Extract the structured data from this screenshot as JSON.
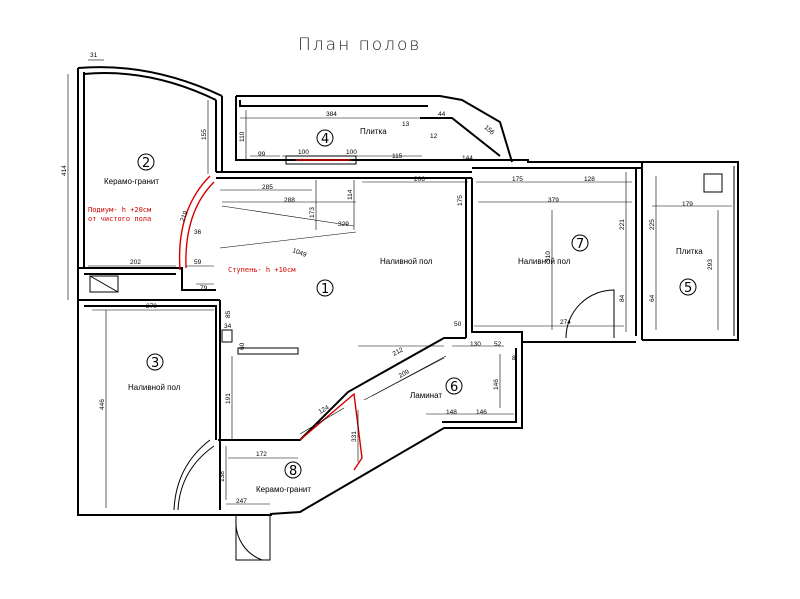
{
  "title": "План полов",
  "rooms": [
    {
      "num": "1",
      "label": "Наливной пол"
    },
    {
      "num": "2",
      "label": "Керамо-гранит"
    },
    {
      "num": "3",
      "label": "Наливной пол"
    },
    {
      "num": "4",
      "label": "Плитка"
    },
    {
      "num": "5",
      "label": "Плитка"
    },
    {
      "num": "6",
      "label": "Ламинат"
    },
    {
      "num": "7",
      "label": "Наливной пол"
    },
    {
      "num": "8",
      "label": "Керамо-гранит"
    }
  ],
  "notes": {
    "podium_line1": "Подиум- h +20см",
    "podium_line2": "от чистого пола",
    "step": "Ступень- h +10см"
  },
  "dimensions": {
    "d31": "31",
    "d414": "414",
    "d155": "155",
    "d202": "202",
    "d59": "59",
    "d79": "79",
    "d384": "384",
    "d110": "110",
    "d13": "13",
    "d44": "44",
    "d156": "156",
    "d99": "99",
    "d100a": "100",
    "d100b": "100",
    "d115": "115",
    "d144": "144",
    "d12": "12",
    "d285": "285",
    "d114": "114",
    "d206": "206",
    "d175": "175",
    "d128": "128",
    "d288": "288",
    "d173": "173",
    "d329": "329",
    "d1049": "1049",
    "d219": "219",
    "d36": "36",
    "d175b": "175",
    "d379": "379",
    "d221": "221",
    "d179": "179",
    "d225": "225",
    "d293": "293",
    "d310": "310",
    "d84": "84",
    "d64": "64",
    "d274": "274",
    "d50": "50",
    "d270": "270",
    "d34": "34",
    "d446": "446",
    "d85": "85",
    "d60": "60",
    "d130": "130",
    "d52": "52",
    "d212": "212",
    "d209": "209",
    "d146": "146",
    "d191": "191",
    "d146b": "146",
    "d124": "124",
    "d331": "331",
    "d148": "148",
    "d172": "172",
    "d138": "138",
    "d247": "247",
    "d8": "8"
  }
}
